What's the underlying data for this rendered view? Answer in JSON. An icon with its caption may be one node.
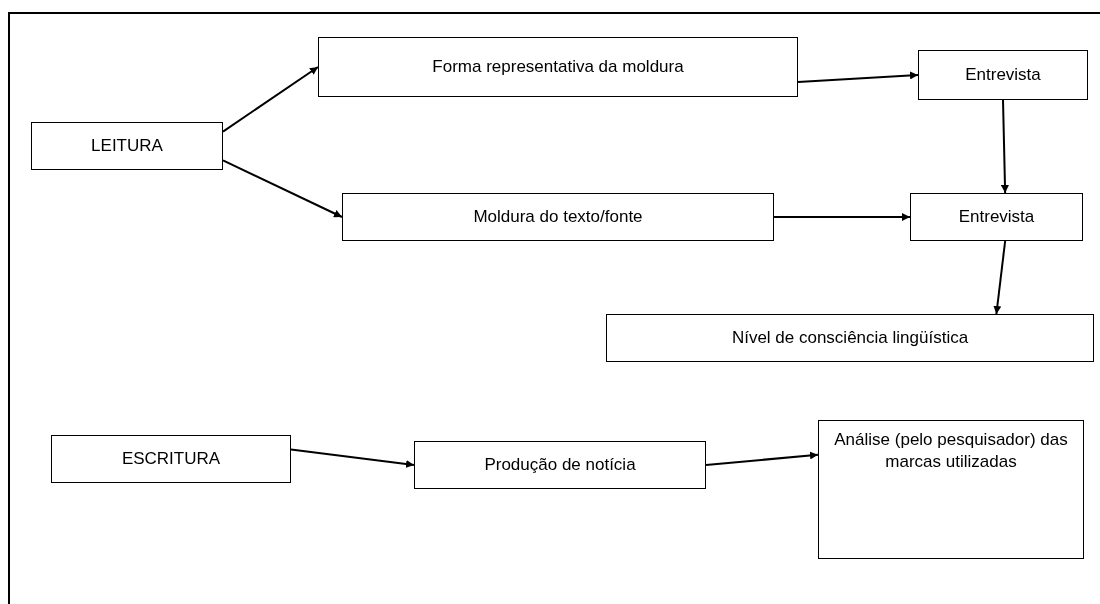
{
  "diagram": {
    "nodes": [
      {
        "text": [
          "LEITURA"
        ]
      },
      {
        "text": [
          "Forma representativa da moldura"
        ]
      },
      {
        "text": [
          "Entrevista"
        ]
      },
      {
        "text": [
          "Moldura do texto/fonte"
        ]
      },
      {
        "text": [
          "Entrevista"
        ]
      },
      {
        "text": [
          "Nível de consciência lingüística"
        ]
      },
      {
        "text": [
          "ESCRITURA"
        ]
      },
      {
        "text": [
          "Produção de notícia"
        ]
      },
      {
        "text": [
          "Análise (pelo pesquisador) das marcas utilizadas"
        ]
      }
    ],
    "edges": [
      {
        "from": 0,
        "to": 1,
        "arrow": "to"
      },
      {
        "from": 0,
        "to": 3,
        "arrow": "to"
      },
      {
        "from": 1,
        "to": 2,
        "arrow": "to"
      },
      {
        "from": 2,
        "to": 4,
        "arrow": "to"
      },
      {
        "from": 3,
        "to": 4,
        "arrow": "to"
      },
      {
        "from": 4,
        "to": 5,
        "arrow": "to"
      },
      {
        "from": 6,
        "to": 7,
        "arrow": "to"
      },
      {
        "from": 7,
        "to": 8,
        "arrow": "to"
      }
    ]
  }
}
